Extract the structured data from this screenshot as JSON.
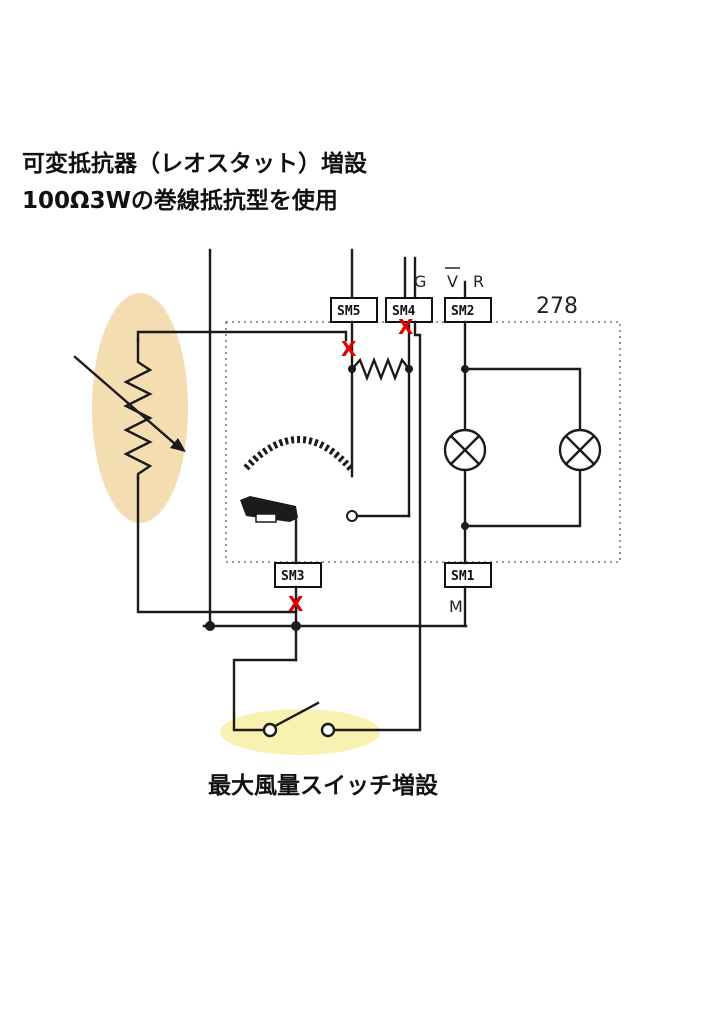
{
  "heading": {
    "line1": "可変抵抗器（レオスタット）増設",
    "line2": "100Ω3Wの巻線抵抗型を使用"
  },
  "caption": "最大風量スイッチ増設",
  "unit_number": "278",
  "terminal_labels": {
    "g": "G",
    "v": "V",
    "r": "R",
    "m": "M"
  },
  "connectors": {
    "sm5": "SM5",
    "sm4": "SM4",
    "sm2": "SM2",
    "sm3": "SM3",
    "sm1": "SM1"
  },
  "cut_marker": "X",
  "colors": {
    "highlight": "#f3d9a8",
    "switch_highlight": "#f7f0a8",
    "cut_mark": "#e00000",
    "wire": "#1b1b1b"
  },
  "icons": [
    "rheostat-icon",
    "lamp-icon",
    "switch-icon",
    "resistor-icon"
  ]
}
